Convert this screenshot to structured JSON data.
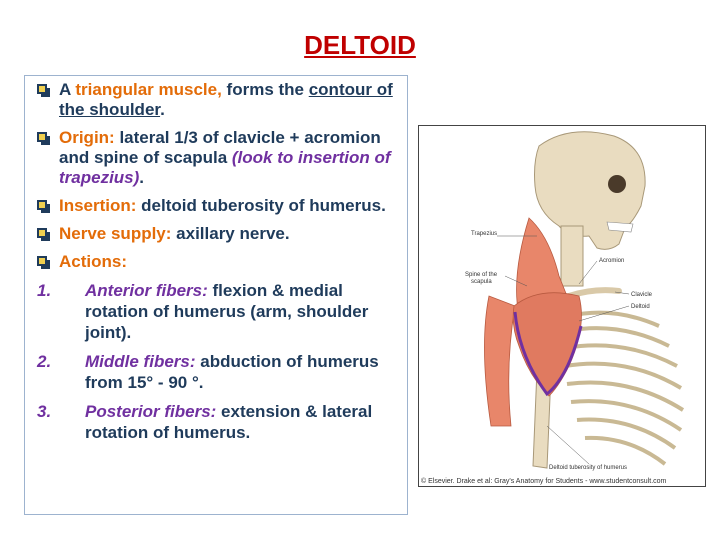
{
  "title": "DELTOID",
  "bullets": {
    "b1": {
      "pre": "A ",
      "hl": "triangular muscle,",
      "mid": " forms the ",
      "ul": "contour of the shoulder",
      "end": "."
    },
    "b2": {
      "label": "Origin:",
      "text": " lateral 1/3 of clavicle + acromion and spine of scapula ",
      "italic": "(look to insertion of trapezius)",
      "end": "."
    },
    "b3": {
      "label": "Insertion:",
      "text": " deltoid tuberosity of humerus."
    },
    "b4": {
      "label": "Nerve supply:",
      "text": " axillary nerve."
    },
    "b5": {
      "label": "Actions:"
    }
  },
  "actions": [
    {
      "num": "1.",
      "label": "Anterior fibers:",
      "text": " flexion & medial rotation of humerus (arm, shoulder joint)."
    },
    {
      "num": "2.",
      "label": "Middle fibers:",
      "text": " abduction of humerus from 15° - 90 °."
    },
    {
      "num": "3.",
      "label": "Posterior fibers:",
      "text": " extension & lateral rotation of humerus."
    }
  ],
  "figure": {
    "labels": {
      "trapezius": "Trapezius",
      "spine1": "Spine of the",
      "spine2": "scapula",
      "acromion": "Acromion",
      "clavicle": "Clavicle",
      "deltoid": "Deltoid",
      "tuberosity": "Deltoid tuberosity of humerus"
    },
    "credit": "© Elsevier. Drake et al: Gray's Anatomy for Students - www.studentconsult.com",
    "colors": {
      "muscle": "#e8866a",
      "bone": "#e9dcc0",
      "outline": "#7030a0"
    }
  }
}
